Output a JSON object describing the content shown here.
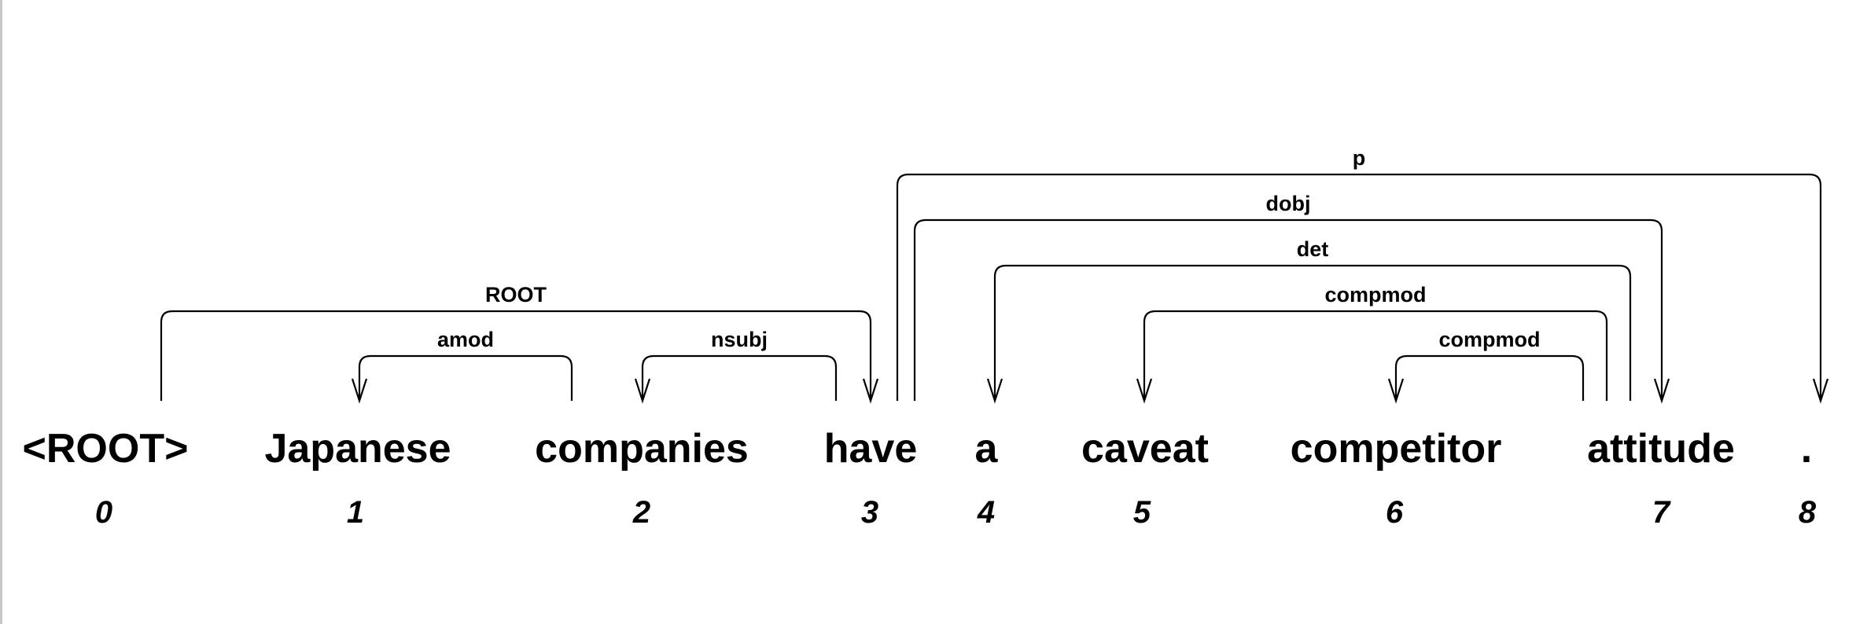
{
  "tokens": [
    {
      "index": "0",
      "word": "<ROOT>"
    },
    {
      "index": "1",
      "word": "Japanese"
    },
    {
      "index": "2",
      "word": "companies"
    },
    {
      "index": "3",
      "word": "have"
    },
    {
      "index": "4",
      "word": "a"
    },
    {
      "index": "5",
      "word": "caveat"
    },
    {
      "index": "6",
      "word": "competitor"
    },
    {
      "index": "7",
      "word": "attitude"
    },
    {
      "index": "8",
      "word": "."
    }
  ],
  "arcs": [
    {
      "label": "ROOT",
      "head": 0,
      "dependent": 3
    },
    {
      "label": "amod",
      "head": 2,
      "dependent": 1
    },
    {
      "label": "nsubj",
      "head": 3,
      "dependent": 2
    },
    {
      "label": "p",
      "head": 3,
      "dependent": 8
    },
    {
      "label": "dobj",
      "head": 3,
      "dependent": 7
    },
    {
      "label": "det",
      "head": 7,
      "dependent": 4
    },
    {
      "label": "compmod",
      "head": 7,
      "dependent": 5
    },
    {
      "label": "compmod",
      "head": 7,
      "dependent": 6
    }
  ]
}
